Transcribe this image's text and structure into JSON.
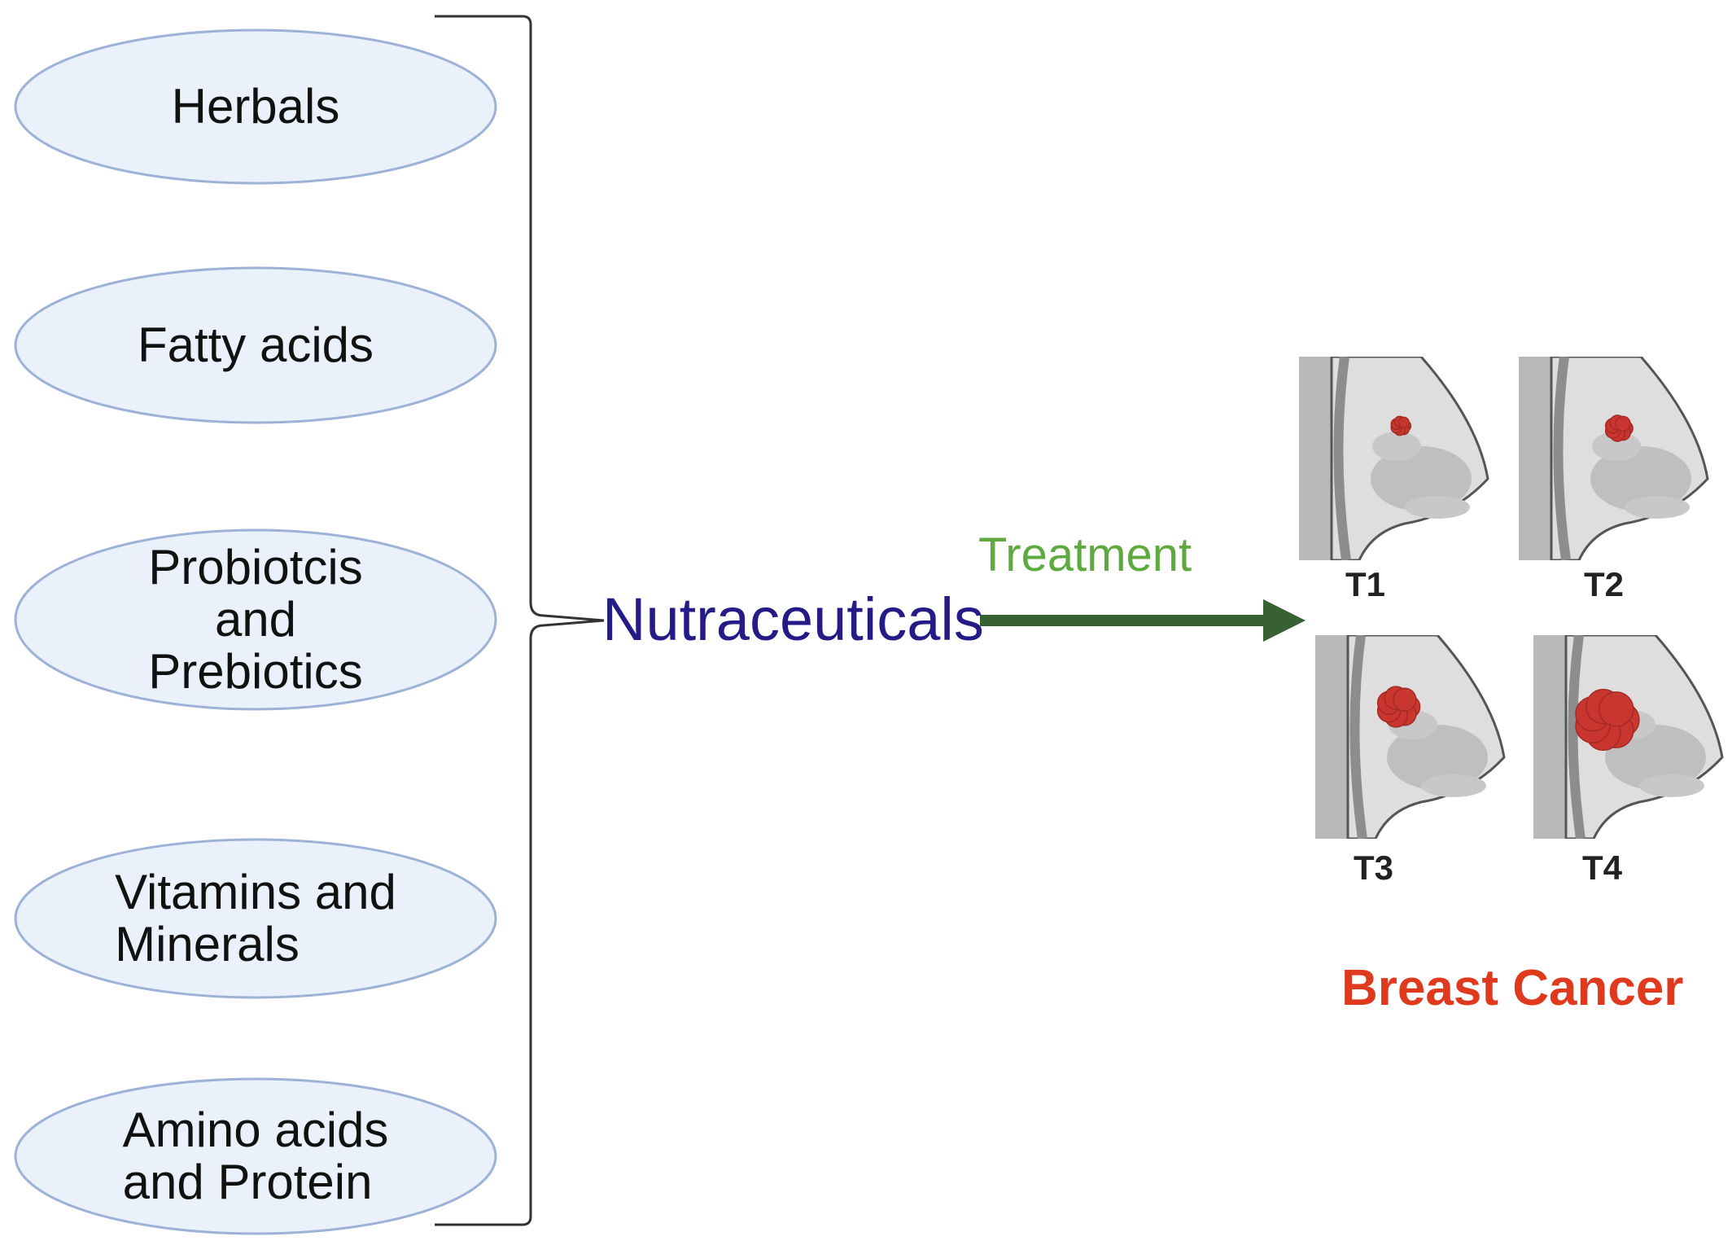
{
  "categories": [
    {
      "lines": [
        "Herbals"
      ]
    },
    {
      "lines": [
        "Fatty acids"
      ]
    },
    {
      "lines": [
        "Probiotcis",
        "and",
        "Prebiotics"
      ]
    },
    {
      "lines": [
        "Vitamins and",
        "Minerals"
      ]
    },
    {
      "lines": [
        "Amino acids",
        "and Protein"
      ]
    }
  ],
  "center_label": "Nutraceuticals",
  "arrow_label": "Treatment",
  "stages": [
    {
      "label": "T1",
      "tumor_size": 1
    },
    {
      "label": "T2",
      "tumor_size": 2
    },
    {
      "label": "T3",
      "tumor_size": 3
    },
    {
      "label": "T4",
      "tumor_size": 4
    }
  ],
  "outcome_label": "Breast Cancer",
  "colors": {
    "ellipse_fill": "#eaf1fb",
    "ellipse_stroke": "#9db2d6",
    "nutraceuticals": "#241b86",
    "treatment": "#5faa3f",
    "arrow": "#376132",
    "breast_cancer": "#e03a1e",
    "tumor": "#c9362f"
  }
}
